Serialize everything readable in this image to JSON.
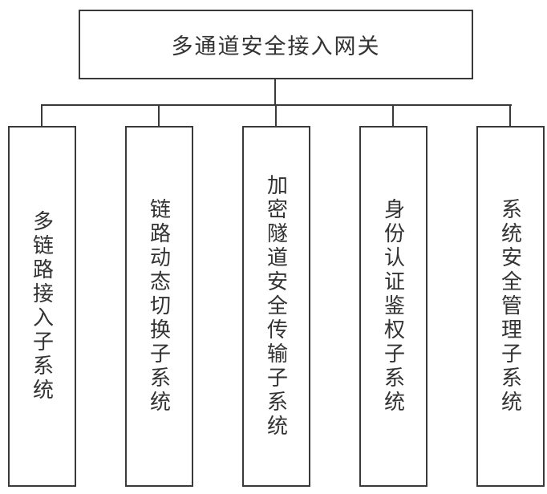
{
  "diagram": {
    "root": {
      "label": "多通道安全接入网关"
    },
    "children": [
      {
        "label": "多链路接入子系统"
      },
      {
        "label": "链路动态切换子系统"
      },
      {
        "label": "加密隧道安全传输子系统"
      },
      {
        "label": "身份认证鉴权子系统"
      },
      {
        "label": "系统安全管理子系统"
      }
    ],
    "colors": {
      "border": "#3a3a3a",
      "text": "#333333",
      "background": "#ffffff"
    }
  }
}
